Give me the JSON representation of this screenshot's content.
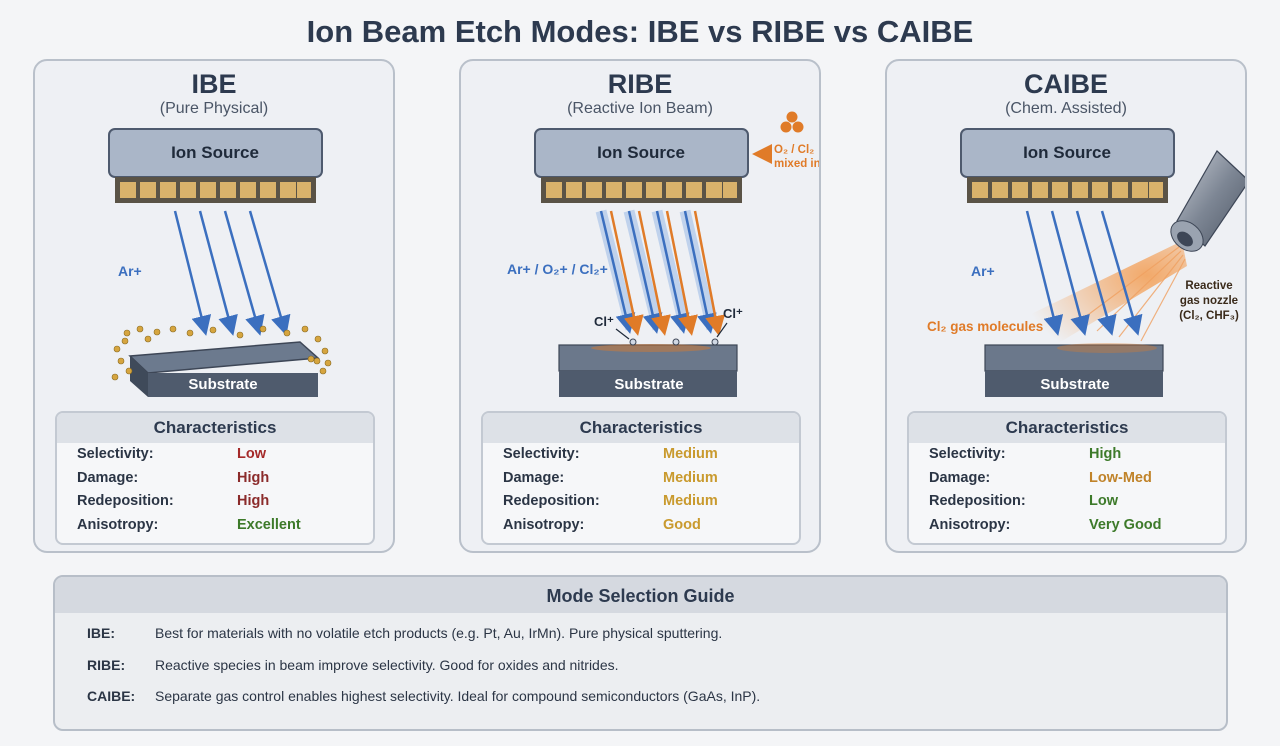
{
  "title": "Ion Beam Etch Modes: IBE vs RIBE vs CAIBE",
  "colors": {
    "low_bad": "#a52a2a",
    "medium": "#c99a2e",
    "good": "#3d7a2a",
    "ion_beam": "#3b6fbf",
    "reactive": "#e07b28"
  },
  "panels": [
    {
      "title": "IBE",
      "subtitle": "(Pure Physical)",
      "ion_source": "Ion Source",
      "substrate": "Substrate",
      "beam_label": "Ar+",
      "characteristics_title": "Characteristics",
      "characteristics": [
        {
          "label": "Selectivity:",
          "value": "Low",
          "color": "#a52a2a"
        },
        {
          "label": "Damage:",
          "value": "High",
          "color": "#8b2b2b"
        },
        {
          "label": "Redeposition:",
          "value": "High",
          "color": "#8b2b2b"
        },
        {
          "label": "Anisotropy:",
          "value": "Excellent",
          "color": "#3d7a2a"
        }
      ]
    },
    {
      "title": "RIBE",
      "subtitle": "(Reactive Ion Beam)",
      "ion_source": "Ion Source",
      "substrate": "Substrate",
      "beam_label": "Ar+ / O₂+ / Cl₂+",
      "gas_label_1": "O₂ / Cl₂",
      "gas_label_2": "mixed in",
      "cl_label_left": "Cl⁺",
      "cl_label_right": "Cl⁺",
      "characteristics_title": "Characteristics",
      "characteristics": [
        {
          "label": "Selectivity:",
          "value": "Medium",
          "color": "#c99a2e"
        },
        {
          "label": "Damage:",
          "value": "Medium",
          "color": "#c99a2e"
        },
        {
          "label": "Redeposition:",
          "value": "Medium",
          "color": "#c99a2e"
        },
        {
          "label": "Anisotropy:",
          "value": "Good",
          "color": "#c99a2e"
        }
      ]
    },
    {
      "title": "CAIBE",
      "subtitle": "(Chem. Assisted)",
      "ion_source": "Ion Source",
      "substrate": "Substrate",
      "beam_label": "Ar+",
      "gas_molecules_label": "Cl₂ gas molecules",
      "nozzle_label_1": "Reactive",
      "nozzle_label_2": "gas nozzle",
      "nozzle_label_3": "(Cl₂, CHF₃)",
      "characteristics_title": "Characteristics",
      "characteristics": [
        {
          "label": "Selectivity:",
          "value": "High",
          "color": "#3d7a2a"
        },
        {
          "label": "Damage:",
          "value": "Low-Med",
          "color": "#c0832a"
        },
        {
          "label": "Redeposition:",
          "value": "Low",
          "color": "#3d7a2a"
        },
        {
          "label": "Anisotropy:",
          "value": "Very Good",
          "color": "#3d7a2a"
        }
      ]
    }
  ],
  "guide": {
    "title": "Mode Selection Guide",
    "rows": [
      {
        "mode": "IBE:",
        "text": "Best for materials with no volatile etch products (e.g. Pt, Au, IrMn). Pure physical sputtering."
      },
      {
        "mode": "RIBE:",
        "text": "Reactive species in beam improve selectivity. Good for oxides and nitrides."
      },
      {
        "mode": "CAIBE:",
        "text": "Separate gas control enables highest selectivity. Ideal for compound semiconductors (GaAs, InP)."
      }
    ]
  }
}
